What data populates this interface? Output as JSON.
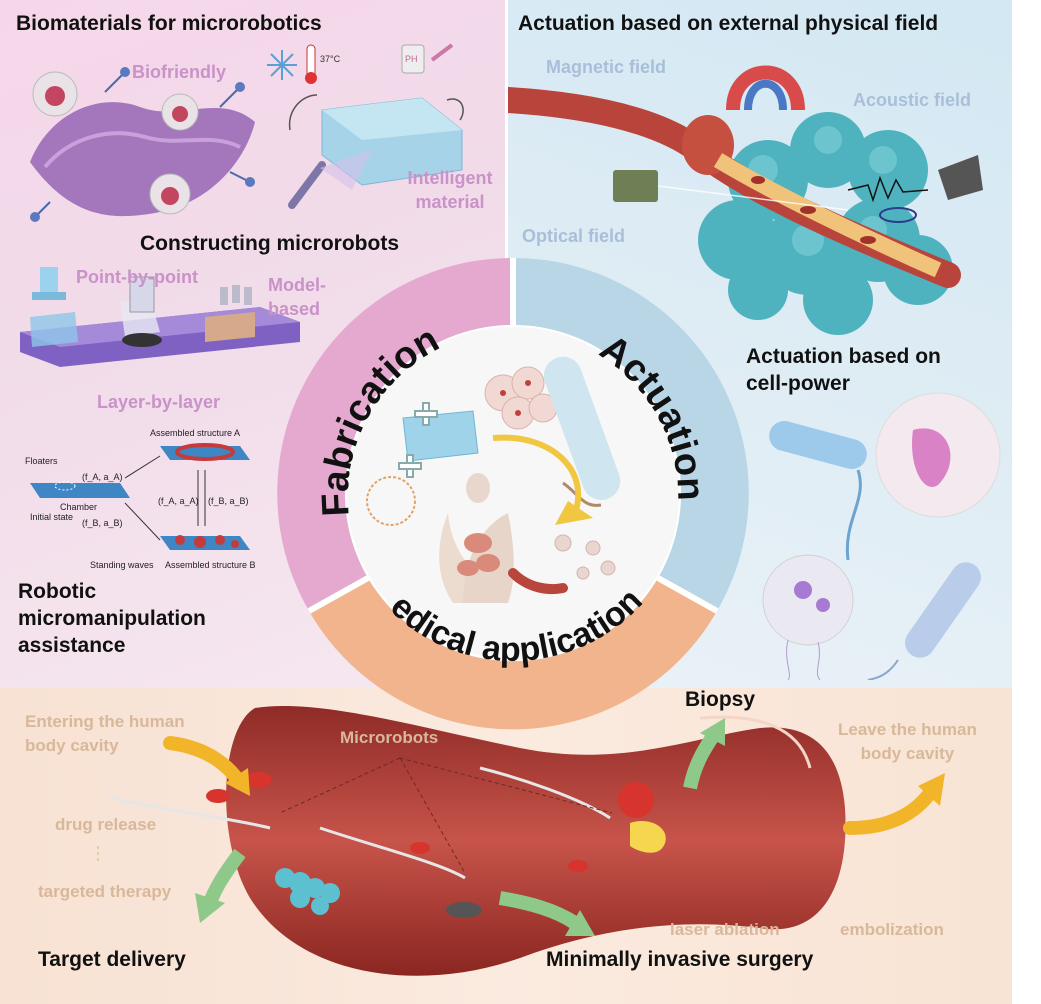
{
  "fabrication": {
    "biomaterials_title": "Biomaterials for microrobotics",
    "biofriendly": "Biofriendly",
    "temperature": "37°C",
    "ph": "PH",
    "intelligent_material": [
      "Intelligent",
      "material"
    ],
    "constructing_title": "Constructing microrobots",
    "point_by_point": "Point-by-point",
    "model_based": [
      "Model-",
      "based"
    ],
    "layer_by_layer": "Layer-by-layer",
    "assembled_a": "Assembled structure A",
    "assembled_b": "Assembled structure B",
    "floaters": "Floaters",
    "chamber": "Chamber",
    "initial_state": "Initial state",
    "standing_waves": "Standing waves",
    "arrow_labels": [
      "(f_A, a_A)",
      "(f_B, a_B)",
      "(f_A, a_A)",
      "(f_B, a_B)"
    ],
    "robotic_title": [
      "Robotic",
      "micromanipulation",
      "assistance"
    ]
  },
  "actuation": {
    "external_title": "Actuation based on external physical field",
    "magnetic": "Magnetic field",
    "acoustic": "Acoustic field",
    "optical": "Optical field",
    "cell_title": [
      "Actuation based on",
      "cell-power"
    ]
  },
  "center": {
    "fabrication": "Fabrication",
    "actuation": "Actuation",
    "medical": "Medical applications"
  },
  "medical": {
    "entering": [
      "Entering the human",
      "body cavity"
    ],
    "microrobots": "Microrobots",
    "biopsy": "Biopsy",
    "leave": [
      "Leave the human",
      "body cavity"
    ],
    "drug_release": "drug release",
    "targeted_therapy": "targeted therapy",
    "target_delivery": "Target delivery",
    "laser_ablation": "laser ablation",
    "embolization": "embolization",
    "minimally_invasive": "Minimally invasive surgery"
  },
  "colors": {
    "fabrication_ring": "#e5a9cf",
    "actuation_ring": "#b9d6e7",
    "medical_ring": "#f2b48d",
    "vessel": "#b9443b",
    "arrow_orange": "#f2b52a",
    "arrow_green": "#8fc98a"
  }
}
